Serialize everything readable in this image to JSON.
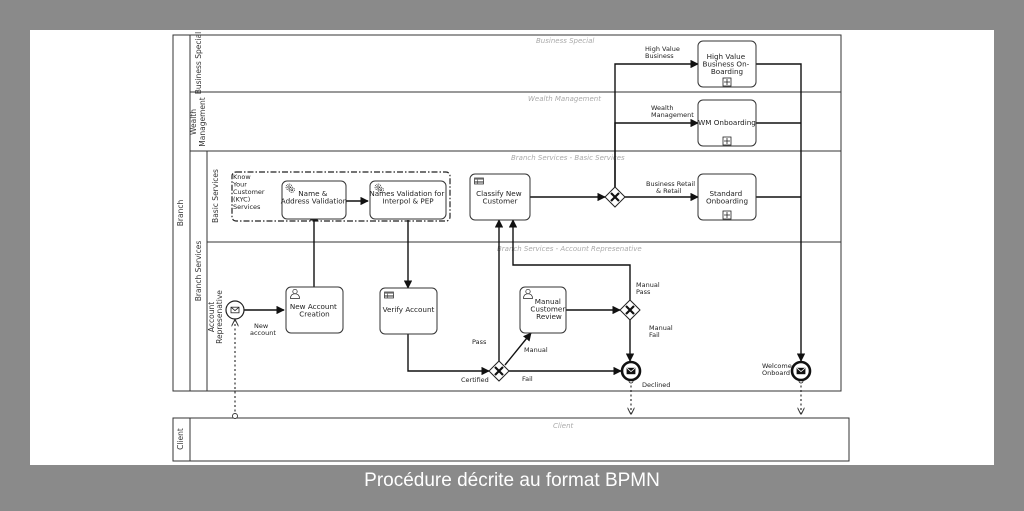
{
  "caption": "Procédure décrite au format BPMN",
  "pools": {
    "branch": "Branch",
    "client": "Client"
  },
  "lanes": {
    "business_special": "Business Special",
    "wealth_management": "Wealth Management",
    "branch_services": "Branch Services",
    "basic_services": "Basic Services",
    "account_representative": "Account Representative"
  },
  "lane_headers": {
    "business_special": "Business Special",
    "wealth_management": "Wealth Management",
    "basic_services": "Branch Services - Basic Services",
    "account_representative": "Branch Services - Account Represenative",
    "client": "Client"
  },
  "group": {
    "label_lines": [
      "Know",
      "Your",
      "Customer",
      "(KYC)",
      "Services"
    ]
  },
  "tasks": {
    "high_value": [
      "High Value",
      "Business On-",
      "Boarding"
    ],
    "wm_onboarding": [
      "WM Onboarding"
    ],
    "standard_onboarding": [
      "Standard",
      "Onboarding"
    ],
    "name_validation": [
      "Name &",
      "Address Validation"
    ],
    "interpol_validation": [
      "Names Validation for",
      "Interpol & PEP"
    ],
    "classify": [
      "Classify New",
      "Customer"
    ],
    "new_account": [
      "New Account",
      "Creation"
    ],
    "verify": [
      "Verify Account"
    ],
    "manual_review": [
      "Manual",
      "Customer",
      "Review"
    ]
  },
  "edge_labels": {
    "high_value": [
      "High Value",
      "Business"
    ],
    "wealth": [
      "Wealth",
      "Management"
    ],
    "retail": [
      "Business Retail",
      "& Retail"
    ],
    "manual_pass": [
      "Manual",
      "Pass"
    ],
    "manual_fail": [
      "Manual",
      "Fail"
    ],
    "manual": "Manual",
    "pass": "Pass",
    "fail": "Fail",
    "certified": "Certified",
    "new_account": [
      "New",
      "account"
    ]
  },
  "events": {
    "declined": "Declined",
    "welcome_onboard": [
      "Welcome",
      "Onboard"
    ]
  },
  "icons": {
    "message": "envelope-icon",
    "user_task": "user-task-icon",
    "service_task": "gear-icon",
    "business_rule": "table-icon",
    "subprocess": "plus-square-icon",
    "exclusive_gateway": "x-icon"
  }
}
